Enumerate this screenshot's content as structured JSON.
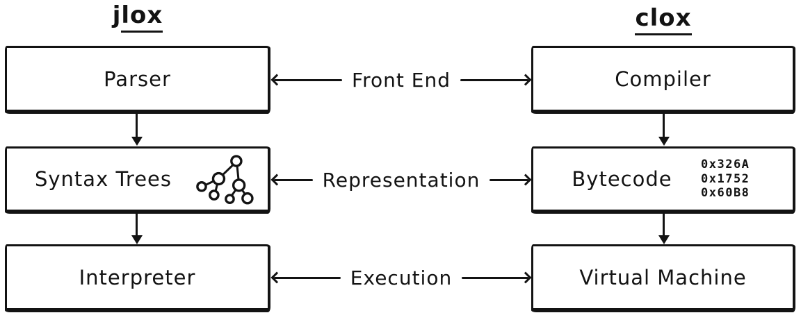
{
  "colors": {
    "ink": "#131313",
    "background": "#ffffff"
  },
  "columns": [
    {
      "title": {
        "prefix": "j",
        "underlined": "lox"
      },
      "boxes": [
        {
          "label": "Parser"
        },
        {
          "label": "Syntax Trees"
        },
        {
          "label": "Interpreter"
        }
      ]
    },
    {
      "title": {
        "prefix": "",
        "underlined": "clox"
      },
      "boxes": [
        {
          "label": "Compiler"
        },
        {
          "label": "Bytecode",
          "values": [
            "0x326A",
            "0x1752",
            "0x60B8"
          ]
        },
        {
          "label": "Virtual Machine"
        }
      ]
    }
  ],
  "stages": [
    {
      "label": "Front End"
    },
    {
      "label": "Representation"
    },
    {
      "label": "Execution"
    }
  ]
}
